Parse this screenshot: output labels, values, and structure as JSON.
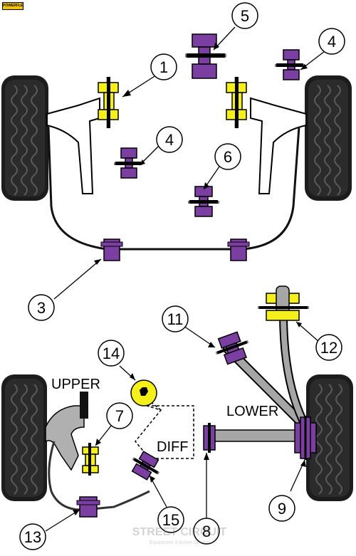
{
  "brand": {
    "badge_text": "POWERFLEX",
    "watermark_line1": "STREET CIRCUIT",
    "watermark_line2": "Equipment 4 Active Drivers"
  },
  "callouts": [
    {
      "id": "c1",
      "number": "1"
    },
    {
      "id": "c5",
      "number": "5"
    },
    {
      "id": "c4a",
      "number": "4"
    },
    {
      "id": "c4b",
      "number": "4"
    },
    {
      "id": "c6",
      "number": "6"
    },
    {
      "id": "c3",
      "number": "3"
    },
    {
      "id": "c11",
      "number": "11"
    },
    {
      "id": "c12",
      "number": "12"
    },
    {
      "id": "c14",
      "number": "14"
    },
    {
      "id": "c7",
      "number": "7"
    },
    {
      "id": "c9",
      "number": "9"
    },
    {
      "id": "c13",
      "number": "13"
    },
    {
      "id": "c15",
      "number": "15"
    },
    {
      "id": "c8",
      "number": "8"
    }
  ],
  "labels": {
    "upper": "UPPER",
    "lower": "LOWER",
    "diff": "DIFF"
  },
  "colors": {
    "yellow_bush": "#f5ef1a",
    "purple_bush": "#7a3fa0",
    "arm_grey": "#a6a6a6",
    "tyre": "#1a1a1a"
  }
}
